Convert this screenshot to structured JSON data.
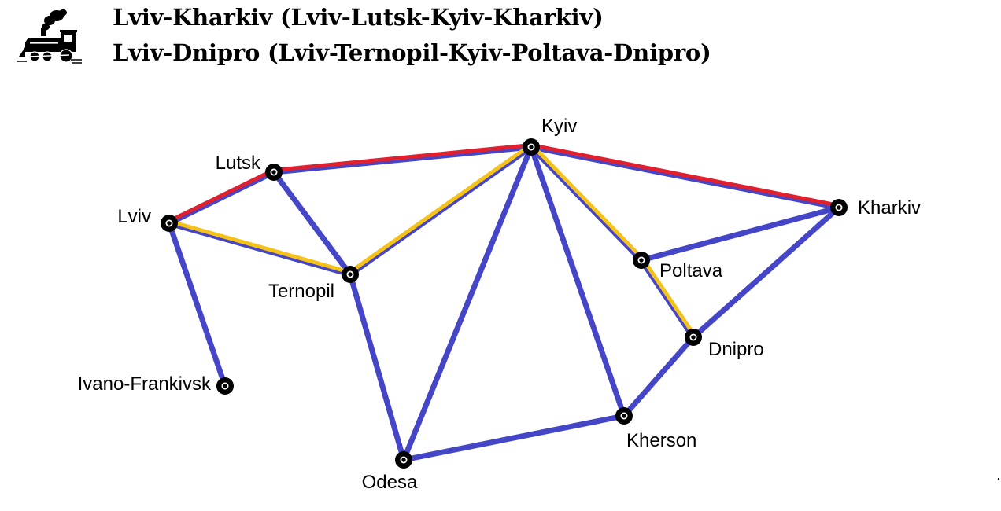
{
  "header": {
    "titles": [
      "Lviv-Kharkiv (Lviv-Lutsk-Kyiv-Kharkiv)",
      "Lviv-Dnipro (Lviv-Ternopil-Kyiv-Poltava-Dnipro)"
    ],
    "logo_icon": "steam-locomotive-icon"
  },
  "colors": {
    "network_edge": "#4545c8",
    "route_kharkiv": "#e0202f",
    "route_dnipro": "#f5c21a",
    "node": "#000000"
  },
  "cities": [
    {
      "id": "lviv",
      "label": "Lviv"
    },
    {
      "id": "lutsk",
      "label": "Lutsk"
    },
    {
      "id": "ternopil",
      "label": "Ternopil"
    },
    {
      "id": "ivano-frankivsk",
      "label": "Ivano-Frankivsk"
    },
    {
      "id": "kyiv",
      "label": "Kyiv"
    },
    {
      "id": "odesa",
      "label": "Odesa"
    },
    {
      "id": "poltava",
      "label": "Poltava"
    },
    {
      "id": "kharkiv",
      "label": "Kharkiv"
    },
    {
      "id": "dnipro",
      "label": "Dnipro"
    },
    {
      "id": "kherson",
      "label": "Kherson"
    }
  ],
  "connections": [
    [
      "lviv",
      "lutsk"
    ],
    [
      "lviv",
      "ternopil"
    ],
    [
      "lviv",
      "ivano-frankivsk"
    ],
    [
      "lutsk",
      "kyiv"
    ],
    [
      "lutsk",
      "ternopil"
    ],
    [
      "ternopil",
      "kyiv"
    ],
    [
      "ternopil",
      "odesa"
    ],
    [
      "kyiv",
      "odesa"
    ],
    [
      "kyiv",
      "kharkiv"
    ],
    [
      "kyiv",
      "poltava"
    ],
    [
      "kyiv",
      "kherson"
    ],
    [
      "poltava",
      "kharkiv"
    ],
    [
      "poltava",
      "dnipro"
    ],
    [
      "kharkiv",
      "dnipro"
    ],
    [
      "dnipro",
      "kherson"
    ],
    [
      "kherson",
      "odesa"
    ]
  ],
  "routes": [
    {
      "id": "lviv-kharkiv",
      "color_key": "route_kharkiv",
      "path": [
        "lviv",
        "lutsk",
        "kyiv",
        "kharkiv"
      ]
    },
    {
      "id": "lviv-dnipro",
      "color_key": "route_dnipro",
      "path": [
        "lviv",
        "ternopil",
        "kyiv",
        "poltava",
        "dnipro"
      ]
    }
  ]
}
